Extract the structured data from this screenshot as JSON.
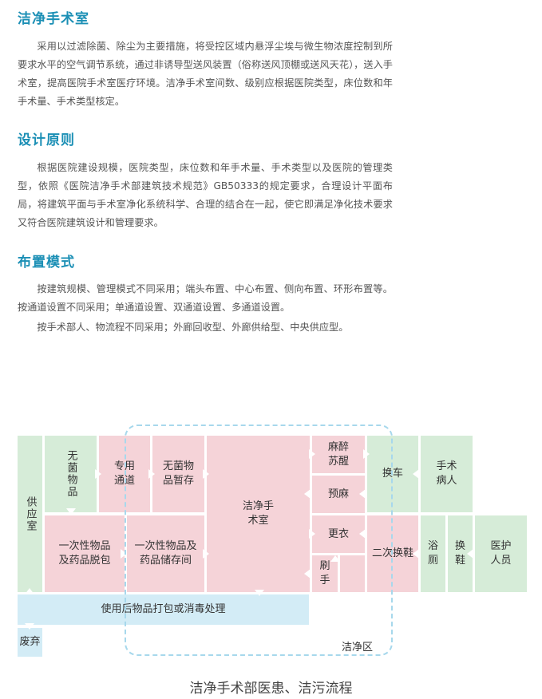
{
  "sections": [
    {
      "title": "洁净手术室",
      "paragraphs": [
        "采用以过滤除菌、除尘为主要措施，将受控区域内悬浮尘埃与微生物浓度控制到所要求水平的空气调节系统，通过非诱导型送风装置（俗称送风顶棚或送风天花），送入手术室，提高医院手术室医疗环境。洁净手术室间数、级别应根据医院类型，床位数和年手术量、手术类型核定。"
      ]
    },
    {
      "title": "设计原则",
      "paragraphs": [
        "根据医院建设规模，医院类型，床位数和年手术量、手术类型以及医院的管理类型，依照《医院洁净手术部建筑技术规范》GB50333的规定要求，合理设计平面布局，将建筑平面与手术室净化系统科学、合理的结合在一起，使它即满足净化技术要求又符合医院建筑设计和管理要求。"
      ]
    },
    {
      "title": "布置模式",
      "paragraphs": [
        "按建筑规模、管理模式不同采用；端头布置、中心布置、侧向布置、环形布置等。按通道设置不同采用；单通道设置、双通道设置、多通道设置。",
        "按手术部人、物流程不同采用；外廊回收型、外廊供给型、中央供应型。"
      ]
    }
  ],
  "diagram": {
    "rooms": {
      "supply": "供应室",
      "sterile_goods": "无菌物品",
      "dedicated_passage": "专用通道",
      "sterile_storage": "无菌物品暂存",
      "clean_or": "洁净手术室",
      "anesthesia_recovery": "麻醉苏醒",
      "pre_anesthesia": "预麻",
      "transfer_bed": "换车",
      "patient": "手术病人",
      "disposable_unpack": "一次性物品及药品脱包",
      "disposable_storage": "一次性物品及药品储存间",
      "changing": "更衣",
      "scrub": "刷手",
      "second_shoes": "二次换鞋",
      "shower": "浴厕",
      "shoes": "换鞋",
      "staff": "医护人员",
      "used_processing": "使用后物品打包或消毒处理",
      "waste": "废弃"
    },
    "zone_label": "洁净区",
    "caption": "洁净手术部医患、洁污流程",
    "colors": {
      "clean_green": "#d6ecd8",
      "pink": "#f5d3d8",
      "blue": "#d3ecf6",
      "zone_border": "#a7d8ec",
      "heading": "#1b8fb5"
    }
  }
}
